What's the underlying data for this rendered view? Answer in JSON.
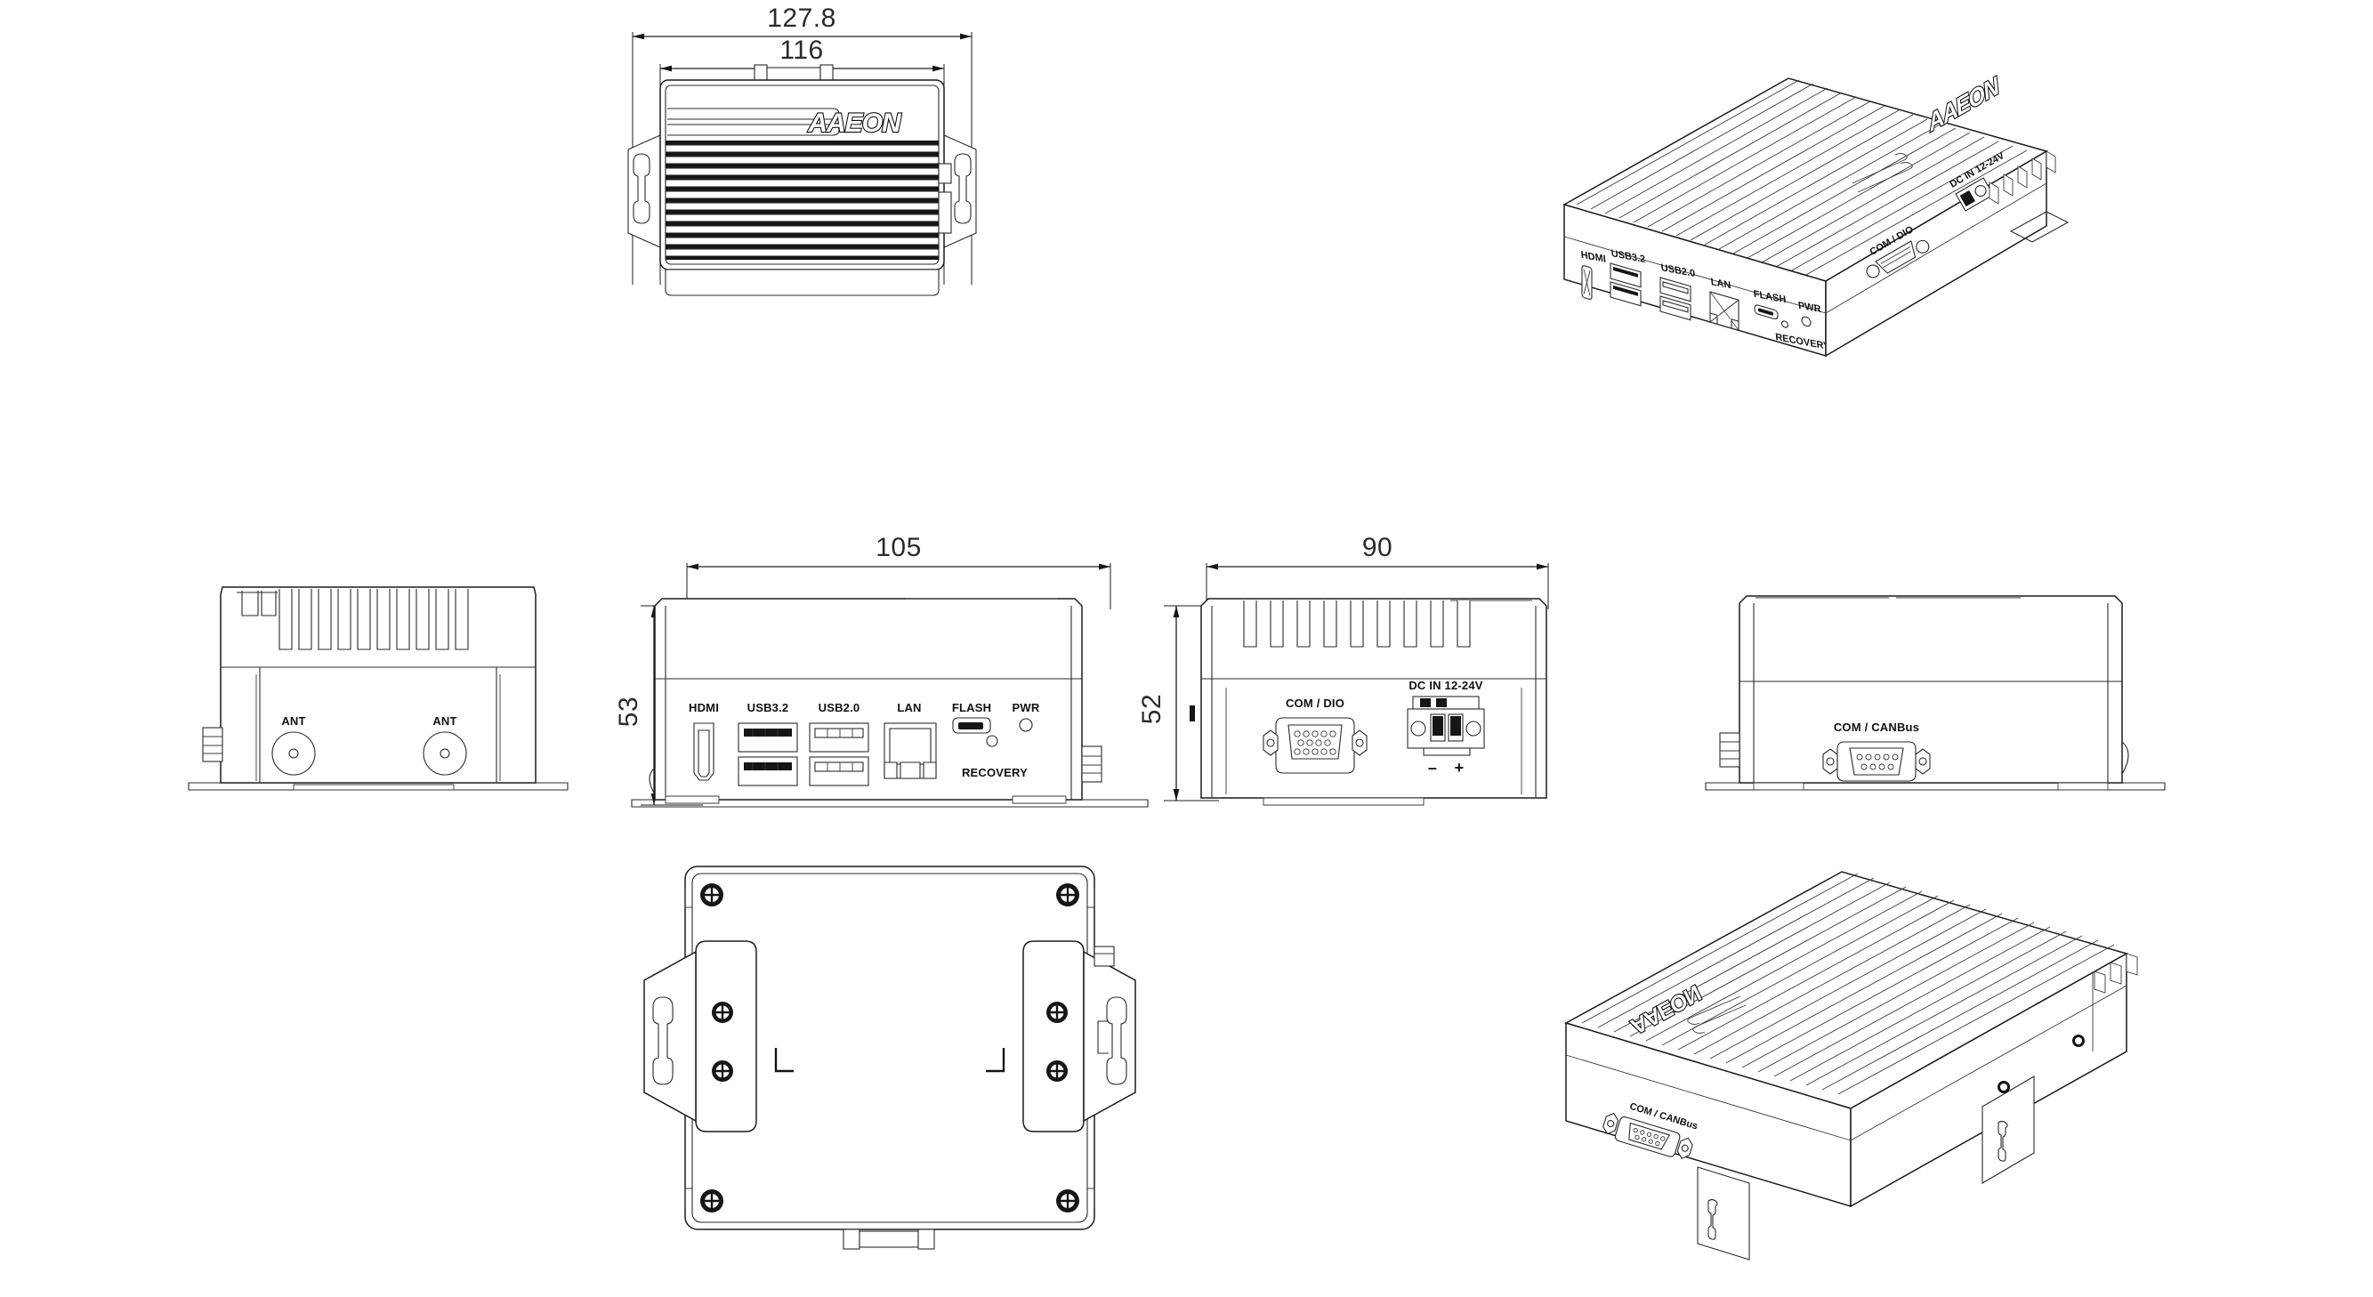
{
  "document": {
    "type": "mechanical-drawing",
    "subject": "AAEON embedded fanless box PC",
    "brand": "AAEON",
    "units": "mm"
  },
  "dimensions": {
    "top_overall_width": "127.8",
    "top_body_width": "116",
    "front_width": "105",
    "front_height": "53",
    "rear_width": "90",
    "rear_height": "52"
  },
  "views": {
    "top": {
      "name": "Top view",
      "brand_label": "AAEON"
    },
    "left_side": {
      "name": "Left side view",
      "ports": [
        {
          "label": "ANT",
          "type": "antenna-connector"
        },
        {
          "label": "ANT",
          "type": "antenna-connector"
        }
      ]
    },
    "front_io": {
      "name": "Front I/O view",
      "ports": [
        {
          "label": "HDMI",
          "type": "hdmi-port"
        },
        {
          "label": "USB3.2",
          "type": "usb-a-port-stack"
        },
        {
          "label": "USB2.0",
          "type": "usb-a-port-stack"
        },
        {
          "label": "LAN",
          "type": "rj45-port"
        },
        {
          "label": "FLASH",
          "type": "micro-usb-port"
        },
        {
          "label": "PWR",
          "type": "led-indicator"
        },
        {
          "label": "RECOVERY",
          "type": "recovery-button"
        }
      ]
    },
    "rear_io": {
      "name": "Rear I/O view",
      "ports": [
        {
          "label": "COM / DIO",
          "type": "db15-connector"
        },
        {
          "label": "DC IN 12-24V",
          "type": "phoenix-terminal",
          "polarity_minus": "–",
          "polarity_plus": "+"
        }
      ]
    },
    "right_side": {
      "name": "Right side view",
      "ports": [
        {
          "label": "COM / CANBus",
          "type": "db9-connector"
        }
      ]
    },
    "bottom": {
      "name": "Bottom view",
      "feature": "wall-mount-brackets"
    },
    "iso_top": {
      "name": "Isometric top-front-right view",
      "brand_label": "AAEON"
    },
    "iso_bottom": {
      "name": "Isometric bottom-rear-left view",
      "brand_label": "AAEON"
    }
  }
}
